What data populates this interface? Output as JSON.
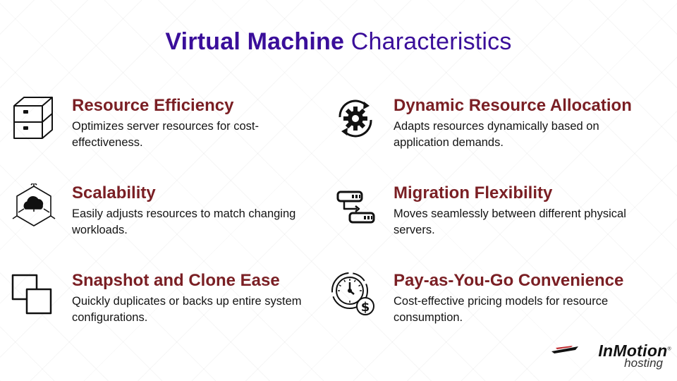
{
  "title": {
    "bold": "Virtual Machine",
    "rest": "Characteristics"
  },
  "features": [
    {
      "heading": "Resource Efficiency",
      "description": "Optimizes server resources for cost-effectiveness.",
      "icon": "server-box-icon"
    },
    {
      "heading": "Dynamic Resource Allocation",
      "description": "Adapts resources dynamically based on application demands.",
      "icon": "gear-cycle-icon"
    },
    {
      "heading": "Scalability",
      "description": "Easily adjusts resources to match changing workloads.",
      "icon": "cloud-cube-icon"
    },
    {
      "heading": "Migration Flexibility",
      "description": "Moves seamlessly between different physical servers.",
      "icon": "server-migration-icon"
    },
    {
      "heading": "Snapshot and Clone Ease",
      "description": "Quickly duplicates or backs up entire system configurations.",
      "icon": "clone-squares-icon"
    },
    {
      "heading": "Pay-as-You-Go Convenience",
      "description": "Cost-effective pricing models for resource consumption.",
      "icon": "clock-dollar-icon"
    }
  ],
  "logo": {
    "brand": "InMotion",
    "trademark": "®",
    "sub": "hosting"
  },
  "colors": {
    "title": "#3a0e9a",
    "heading": "#7a1f24",
    "text": "#141414"
  }
}
